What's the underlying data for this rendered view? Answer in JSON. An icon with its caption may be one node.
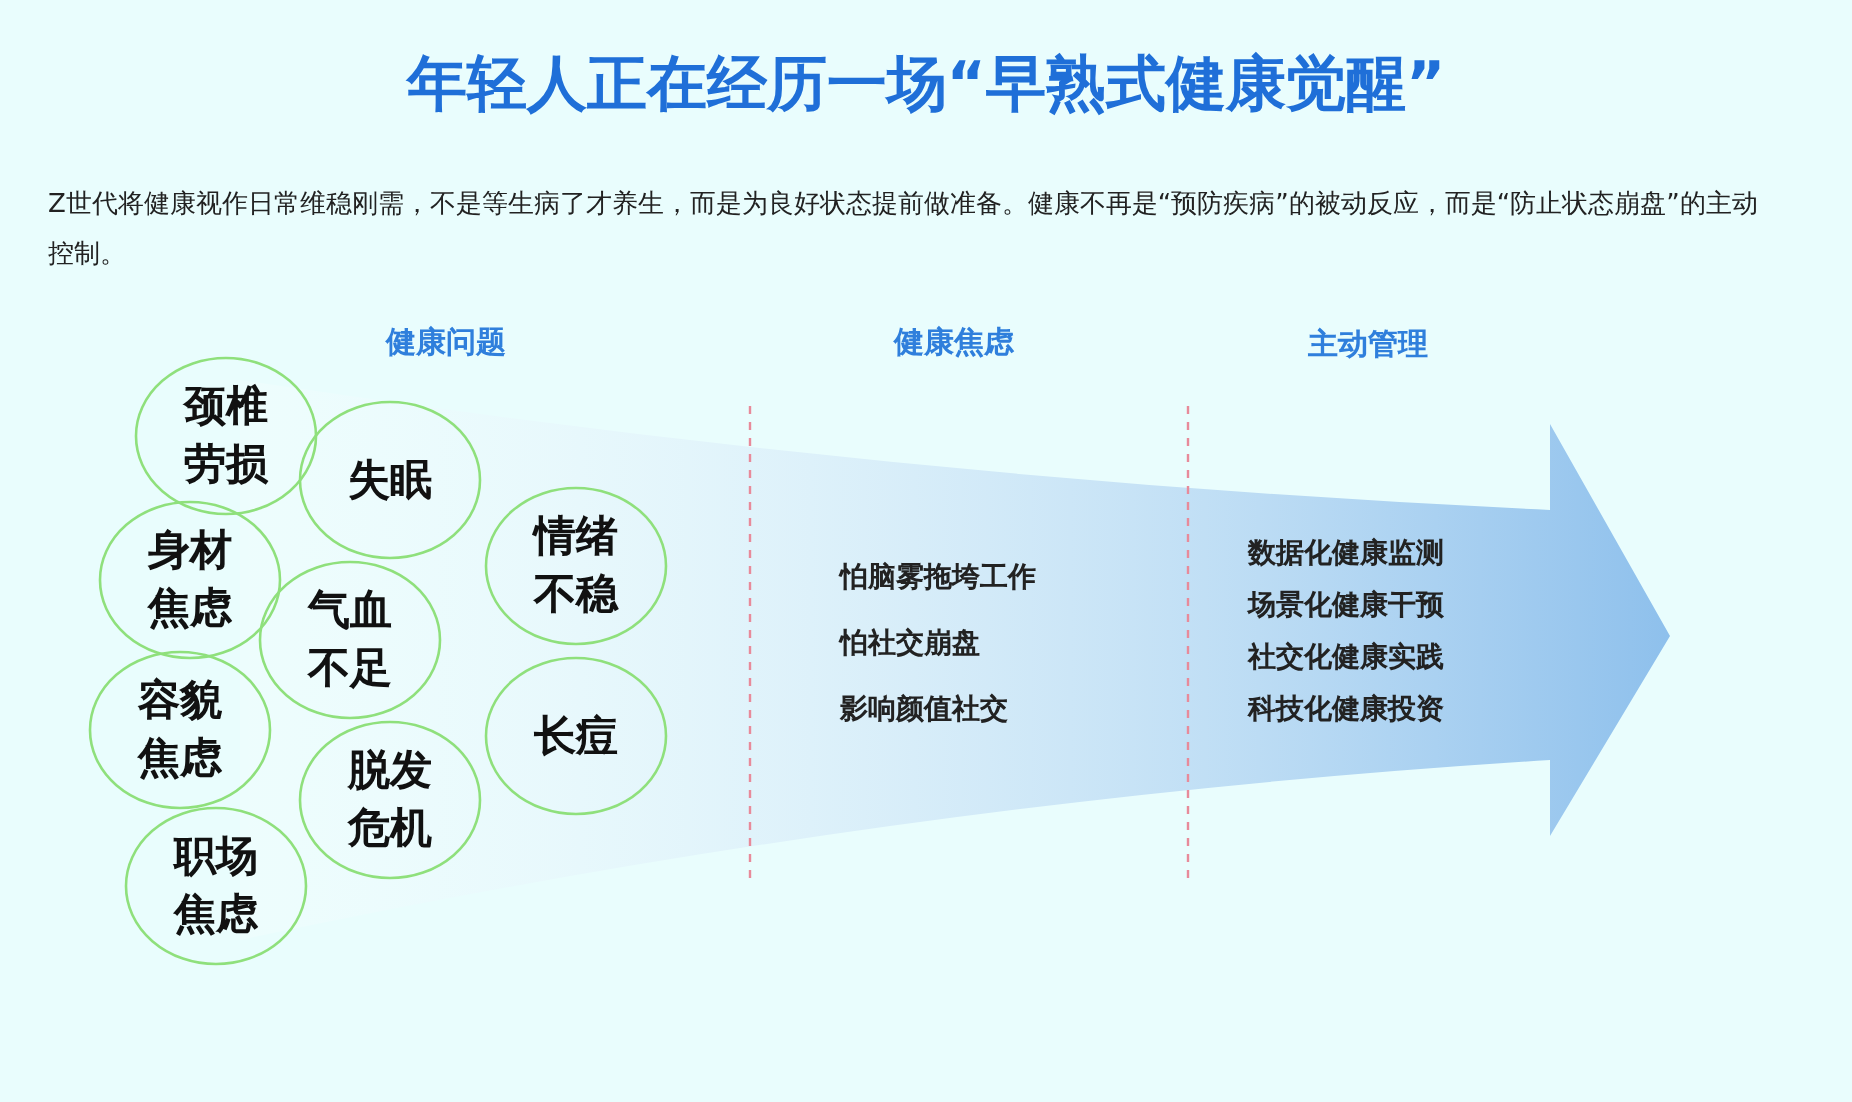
{
  "diagram": {
    "title": "年轻人正在经历一场“早熟式健康觉醒”",
    "nodes": [
      {
        "text": [
          "颈椎劳损"
        ]
      },
      {
        "text": [
          "失眠"
        ]
      },
      {
        "text": [
          "情绪不稳"
        ]
      },
      {
        "text": [
          "身材焦虑"
        ]
      },
      {
        "text": [
          "气血不足"
        ]
      },
      {
        "text": [
          "容貌焦虑"
        ]
      },
      {
        "text": [
          "长痘"
        ]
      },
      {
        "text": [
          "脱发危机"
        ]
      },
      {
        "text": [
          "职场焦虑"
        ]
      }
    ],
    "edges": [],
    "labels": [
      "Z世代将健康视作日常维稳刚需，不是等生病了才养生，而是为良好状态提前做准备。健康不再是“预防疾病”的被动反应，而是“防止状态崩盘”的主动控制。",
      "健康问题",
      "健康焦虑",
      "主动管理",
      "怕脑雾拖垮工作",
      "数据化健康监测",
      "场景化健康干预",
      "怕社交崩盘",
      "社交化健康实践",
      "影响颜值社交",
      "科技化健康投资"
    ]
  }
}
